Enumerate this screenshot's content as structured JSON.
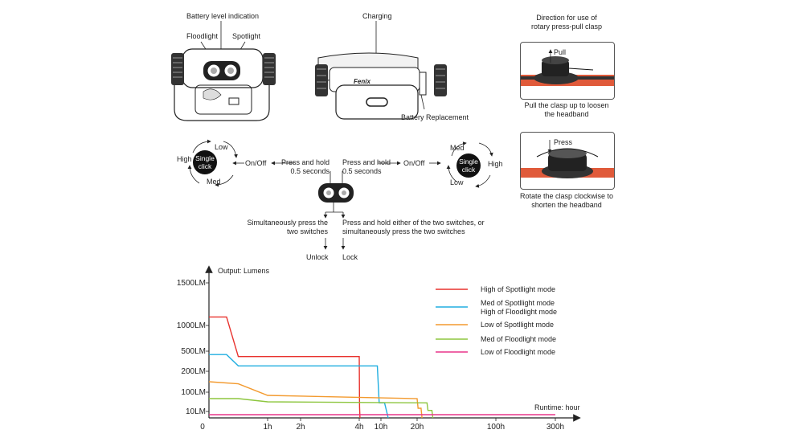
{
  "top": {
    "battery_level_label": "Battery level indication",
    "floodlight_label": "Floodlight",
    "spotlight_label": "Spotlight",
    "charging_label": "Charging",
    "battery_replacement_label": "Battery Replacement",
    "brand_logo": "Fenix"
  },
  "clasp": {
    "direction_label": "Direction for use of rotary press-pull clasp",
    "pull_label": "Pull",
    "pull_caption": "Pull the clasp up to loosen the headband",
    "press_label": "Press",
    "press_caption": "Rotate the clasp clockwise to shorten the headband"
  },
  "operation": {
    "left_cycle": {
      "low": "Low",
      "high": "High",
      "med": "Med"
    },
    "right_cycle": {
      "med": "Med",
      "high": "High",
      "low": "Low"
    },
    "single_click": "Single click",
    "on_off": "On/Off",
    "press_hold": "Press and hold 0.5 seconds",
    "simultaneous": "Simultaneously press the two switches",
    "press_hold_either": "Press and hold either of the two switches, or simultaneously press the two switches",
    "unlock": "Unlock",
    "lock": "Lock"
  },
  "chart_data": {
    "type": "line",
    "ylabel": "Output: Lumens",
    "xlabel": "Runtime: hour",
    "y_ticks": [
      "1500LM",
      "1000LM",
      "500LM",
      "200LM",
      "100LM",
      "10LM"
    ],
    "x_ticks": [
      "0",
      "1h",
      "2h",
      "4h",
      "10h",
      "20h",
      "100h",
      "300h"
    ],
    "series": [
      {
        "name": "High of Spotllight mode",
        "color": "#e8322d",
        "x": [
          0,
          0.3,
          0.5,
          4,
          4.1,
          4.2
        ],
        "y": [
          1100,
          1100,
          420,
          420,
          30,
          0
        ]
      },
      {
        "name": "Med of Spotllight mode\nHigh of Floodlight mode",
        "color": "#20aee0",
        "x": [
          0,
          0.3,
          0.5,
          9,
          9.5,
          11,
          12
        ],
        "y": [
          450,
          450,
          280,
          280,
          50,
          50,
          0
        ]
      },
      {
        "name": "Low of Spotllight mode",
        "color": "#f39a2e",
        "x": [
          0,
          0.5,
          1,
          20,
          21,
          24,
          25
        ],
        "y": [
          150,
          140,
          85,
          70,
          25,
          25,
          0
        ]
      },
      {
        "name": "Med of Floodlight mode",
        "color": "#8dc63f",
        "x": [
          0,
          0.5,
          1,
          30,
          31,
          35,
          36
        ],
        "y": [
          70,
          70,
          55,
          50,
          15,
          15,
          0
        ]
      },
      {
        "name": "Low of Floodlight mode",
        "color": "#e8358a",
        "x": [
          0,
          300
        ],
        "y": [
          5,
          5
        ]
      }
    ]
  }
}
